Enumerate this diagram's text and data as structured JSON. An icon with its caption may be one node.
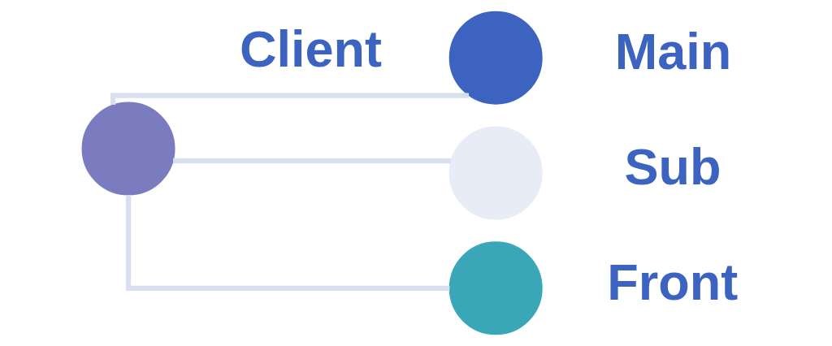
{
  "diagram": {
    "nodes": [
      {
        "text": [],
        "shape": "circle",
        "beside": [
          "Client"
        ]
      },
      {
        "text": [],
        "shape": "circle",
        "beside": [
          "Main"
        ]
      },
      {
        "text": [],
        "shape": "circle",
        "beside": [
          "Sub"
        ]
      },
      {
        "text": [],
        "shape": "circle",
        "beside": [
          "Front"
        ]
      }
    ],
    "edges": [
      {
        "from": 0,
        "to": 1,
        "arrow": "none"
      },
      {
        "from": 0,
        "to": 2,
        "arrow": "none"
      },
      {
        "from": 0,
        "to": 3,
        "arrow": "none"
      }
    ]
  }
}
